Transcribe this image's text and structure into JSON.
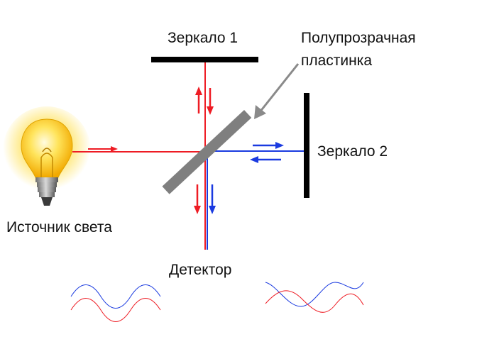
{
  "labels": {
    "mirror1": "Зеркало 1",
    "mirror2": "Зеркало 2",
    "beam_splitter_line1": "Полупрозрачная",
    "beam_splitter_line2": "пластинка",
    "light_source": "Источник света",
    "detector": "Детектор"
  },
  "colors": {
    "beam_source": "#ee1c24",
    "beam_mirror2": "#1a3ae0",
    "mirror": "#000000",
    "beam_splitter": "#808080",
    "pointer_arrow": "#8a8a8a",
    "bulb_glass": "#ffd21e",
    "bulb_base": "#8c8c8c"
  },
  "icons": {
    "light_source": "light-bulb-icon"
  }
}
